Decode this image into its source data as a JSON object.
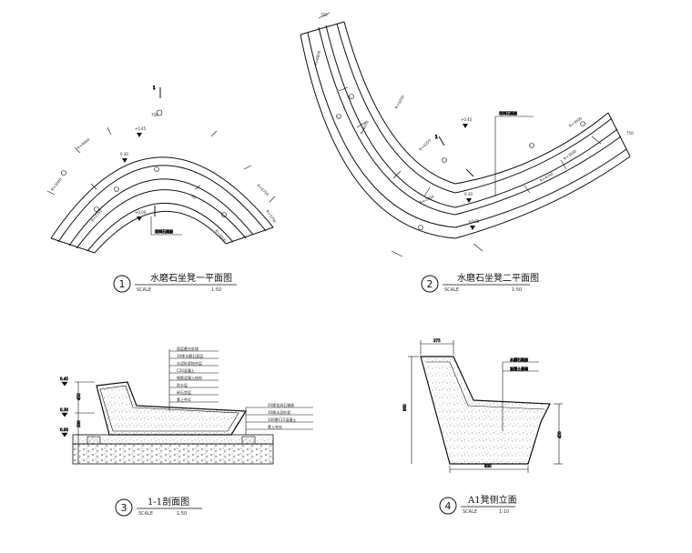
{
  "views": [
    {
      "number": "1",
      "title": "水磨石坐凳一平面图",
      "scale_label": "SCALE",
      "scale_value": "1:50"
    },
    {
      "number": "2",
      "title": "水磨石坐凳二平面图",
      "scale_label": "SCALE",
      "scale_value": "1:50"
    },
    {
      "number": "3",
      "title": "1-1剖面图",
      "scale_label": "SCALE",
      "scale_value": "1:50"
    },
    {
      "number": "4",
      "title": "A1凳侧立面",
      "scale_label": "SCALE",
      "scale_value": "1:10"
    }
  ],
  "section_marks": {
    "view1": "1",
    "view2": "1"
  },
  "colors": {
    "line": "#111111",
    "hatch": "#555555"
  }
}
